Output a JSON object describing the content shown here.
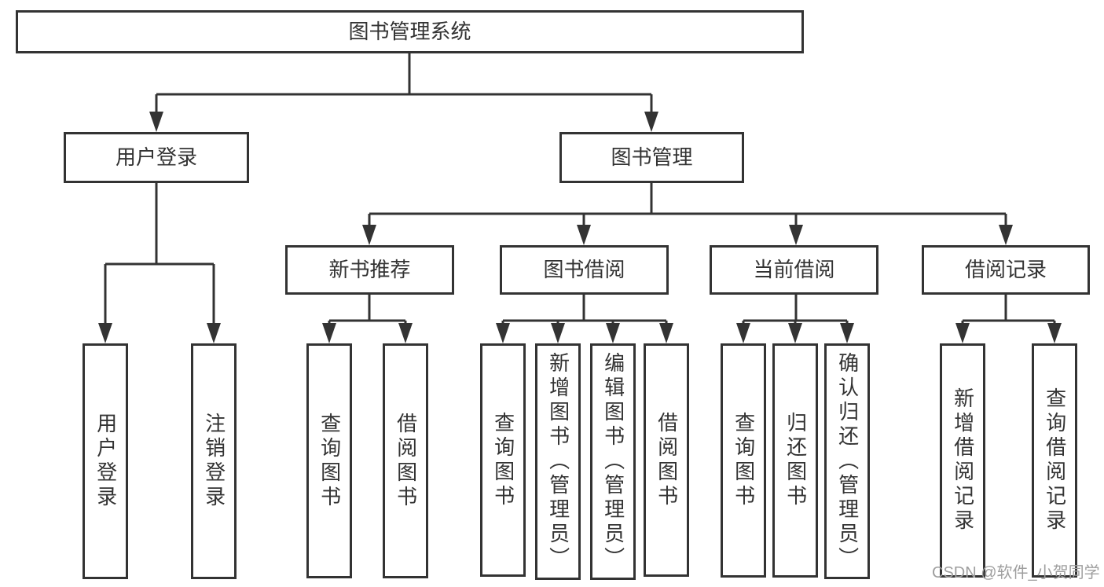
{
  "colors": {
    "background": "#ffffff",
    "box_border": "#333333",
    "line": "#333333",
    "text": "#333333",
    "watermark": "#9e9e9e"
  },
  "diagram": {
    "type": "hierarchy",
    "root": {
      "label": "图书管理系统"
    },
    "level2": {
      "user_login": {
        "label": "用户登录"
      },
      "book_mgmt": {
        "label": "图书管理"
      }
    },
    "level3": {
      "new_books": {
        "label": "新书推荐"
      },
      "book_borrow": {
        "label": "图书借阅"
      },
      "current_borrow": {
        "label": "当前借阅"
      },
      "borrow_records": {
        "label": "借阅记录"
      }
    },
    "leaves": {
      "user_login": [
        "用户登录",
        "注销登录"
      ],
      "new_books": [
        "查询图书",
        "借阅图书"
      ],
      "book_borrow": [
        "查询图书",
        "新增图书（管理员）",
        "编辑图书（管理员）",
        "借阅图书"
      ],
      "current_borrow": [
        "查询图书",
        "归还图书",
        "确认归还（管理员）"
      ],
      "borrow_records": [
        "新增借阅记录",
        "查询借阅记录"
      ]
    },
    "edges": [
      [
        "图书管理系统",
        "用户登录"
      ],
      [
        "图书管理系统",
        "图书管理"
      ],
      [
        "用户登录",
        "用户登录"
      ],
      [
        "用户登录",
        "注销登录"
      ],
      [
        "图书管理",
        "新书推荐"
      ],
      [
        "图书管理",
        "图书借阅"
      ],
      [
        "图书管理",
        "当前借阅"
      ],
      [
        "图书管理",
        "借阅记录"
      ],
      [
        "新书推荐",
        "查询图书"
      ],
      [
        "新书推荐",
        "借阅图书"
      ],
      [
        "图书借阅",
        "查询图书"
      ],
      [
        "图书借阅",
        "新增图书（管理员）"
      ],
      [
        "图书借阅",
        "编辑图书（管理员）"
      ],
      [
        "图书借阅",
        "借阅图书"
      ],
      [
        "当前借阅",
        "查询图书"
      ],
      [
        "当前借阅",
        "归还图书"
      ],
      [
        "当前借阅",
        "确认归还（管理员）"
      ],
      [
        "借阅记录",
        "新增借阅记录"
      ],
      [
        "借阅记录",
        "查询借阅记录"
      ]
    ]
  },
  "watermark": {
    "text": "CSDN @软件_小贺同学"
  }
}
